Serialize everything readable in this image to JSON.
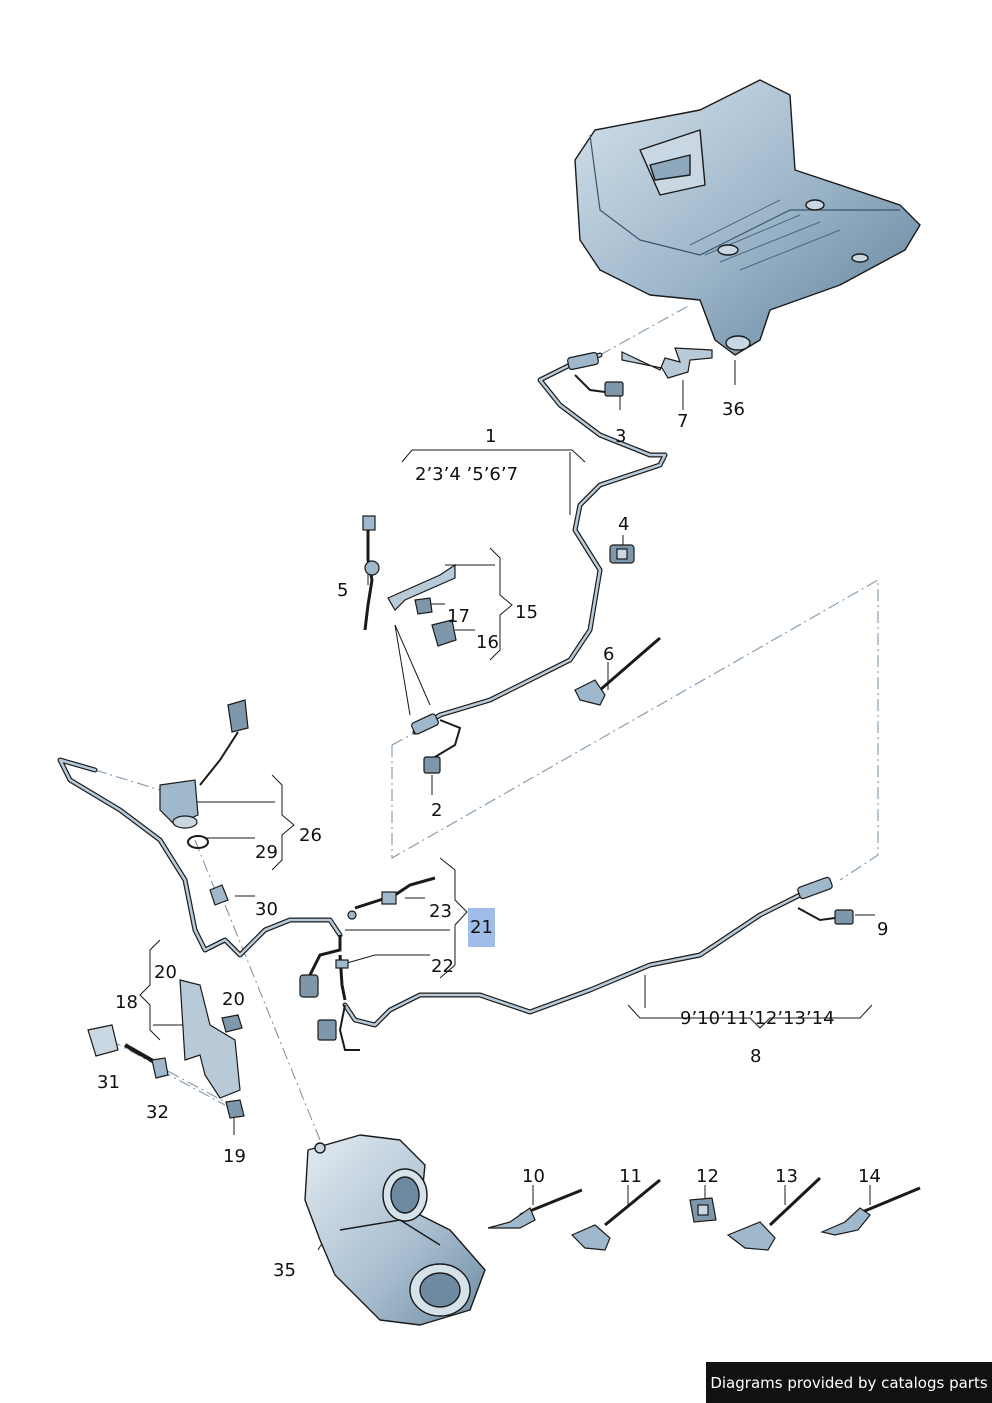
{
  "callouts": {
    "c1": "1",
    "c1_sub": "2’3’4 ’5’6’7",
    "c2": "2",
    "c3": "3",
    "c4": "4",
    "c5": "5",
    "c6": "6",
    "c7": "7",
    "c8": "8",
    "c8_sub": "9’10’11’12’13’14",
    "c9": "9",
    "c10": "10",
    "c11": "11",
    "c12": "12",
    "c13": "13",
    "c14": "14",
    "c15": "15",
    "c16": "16",
    "c17": "17",
    "c18": "18",
    "c19": "19",
    "c20a": "20",
    "c20b": "20",
    "c21": "21",
    "c22": "22",
    "c23": "23",
    "c26": "26",
    "c29": "29",
    "c30": "30",
    "c31": "31",
    "c32": "32",
    "c35": "35",
    "c36": "36"
  },
  "highlighted_part": "21",
  "colors": {
    "part_fill": "#9fb8cc",
    "part_shadow": "#5f7f97",
    "outline": "#1a1a1a",
    "highlight": "#9fbde8",
    "dash_line": "#7f97ab"
  },
  "footer": {
    "text": "Diagrams provided by catalogs parts"
  }
}
